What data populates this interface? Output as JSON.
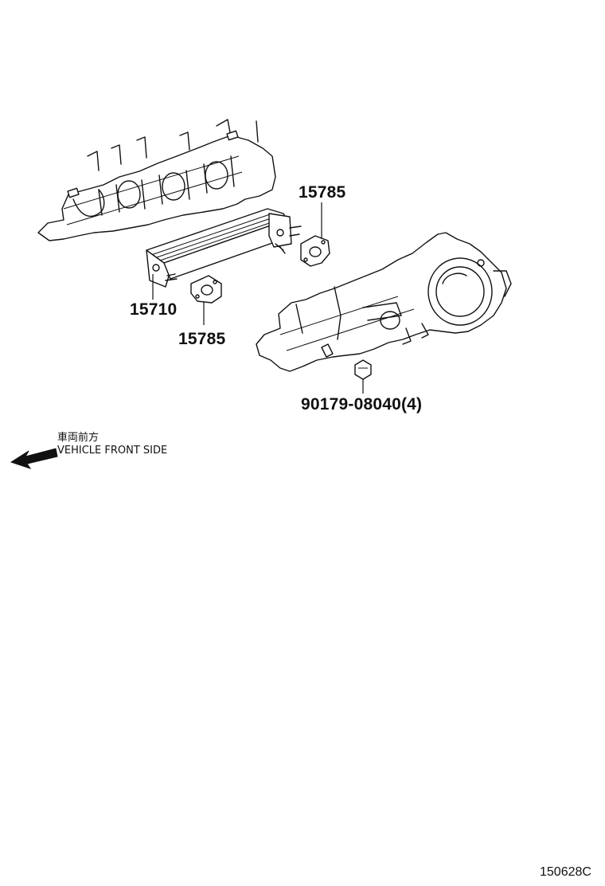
{
  "parts": [
    {
      "id": "gasket-upper",
      "label": "15785"
    },
    {
      "id": "oil-cooler",
      "label": "15710"
    },
    {
      "id": "gasket-lower",
      "label": "15785"
    },
    {
      "id": "nut",
      "label": "90179-08040(4)"
    }
  ],
  "direction": {
    "label_jp": "車両前方",
    "label_en": "VEHICLE FRONT SIDE"
  },
  "figure_id": "150628C"
}
